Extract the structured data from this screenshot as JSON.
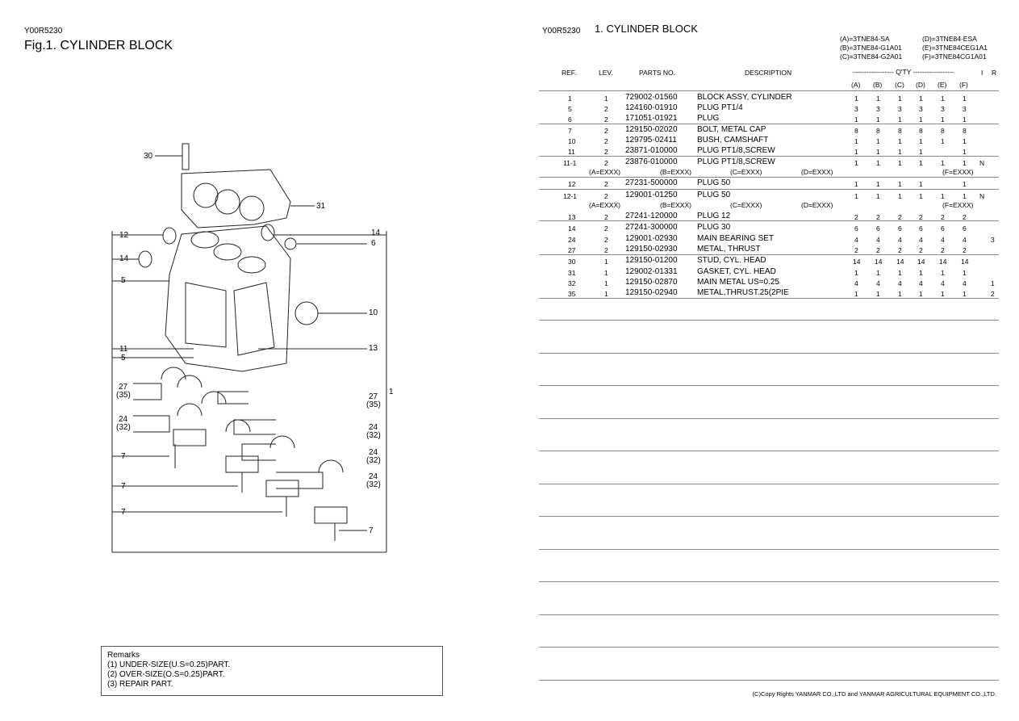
{
  "left": {
    "code": "Y00R5230",
    "title": "Fig.1.  CYLINDER BLOCK",
    "remarks": {
      "heading": "Remarks",
      "lines": [
        "(1) UNDER-SIZE(U.S=0.25)PART.",
        "(2) OVER-SIZE(O.S=0.25)PART.",
        "(3) REPAIR PART."
      ]
    },
    "callouts": [
      "30",
      "31",
      "12",
      "14",
      "6",
      "14",
      "5",
      "10",
      "11",
      "5",
      "13",
      "27",
      "(35)",
      "1",
      "24",
      "(32)",
      "27",
      "(35)",
      "24",
      "(32)",
      "24",
      "(32)",
      "24",
      "(32)",
      "7",
      "7",
      "7",
      "7"
    ]
  },
  "right": {
    "code": "Y00R5230",
    "title": "1.  CYLINDER BLOCK",
    "models": [
      "(A)=3TNE84-SA",
      "(B)=3TNE84-G1A01",
      "(C)=3TNE84-G2A01",
      "(D)=3TNE84-ESA",
      "(E)=3TNE84CEG1A1",
      "(F)=3TNE84CG1A01"
    ],
    "headers": {
      "ref": "REF.",
      "lev": "LEV.",
      "partno": "PARTS NO.",
      "desc": "DESCRIPTION",
      "qty": "------------------  Q'TY  ------------------",
      "i": "I",
      "r": "R"
    },
    "qty_cols": [
      "(A)",
      "(B)",
      "(C)",
      "(D)",
      "(E)",
      "(F)"
    ],
    "rows": [
      {
        "ref": "1",
        "lev": "1",
        "pn": "729002-01560",
        "desc": "BLOCK ASSY, CYLINDER",
        "q": [
          "1",
          "1",
          "1",
          "1",
          "1",
          "1"
        ],
        "i": "",
        "r": ""
      },
      {
        "ref": "5",
        "lev": "2",
        "pn": "124160-01910",
        "desc": "PLUG PT1/4",
        "q": [
          "3",
          "3",
          "3",
          "3",
          "3",
          "3"
        ],
        "i": "",
        "r": ""
      },
      {
        "ref": "6",
        "lev": "2",
        "pn": "171051-01921",
        "desc": "PLUG",
        "q": [
          "1",
          "1",
          "1",
          "1",
          "1",
          "1"
        ],
        "i": "",
        "r": ""
      },
      {
        "ref": "7",
        "lev": "2",
        "pn": "129150-02020",
        "desc": "BOLT, METAL CAP",
        "q": [
          "8",
          "8",
          "8",
          "8",
          "8",
          "8"
        ],
        "i": "",
        "r": ""
      },
      {
        "ref": "10",
        "lev": "2",
        "pn": "129795-02411",
        "desc": "BUSH, CAMSHAFT",
        "q": [
          "1",
          "1",
          "1",
          "1",
          "1",
          "1"
        ],
        "i": "",
        "r": ""
      },
      {
        "ref": "11",
        "lev": "2",
        "pn": "23871-010000",
        "desc": "PLUG PT1/8,SCREW",
        "q": [
          "1",
          "1",
          "1",
          "1",
          "",
          "1"
        ],
        "i": "",
        "r": ""
      },
      {
        "ref": "11-1",
        "lev": "2",
        "pn": "23876-010000",
        "desc": "PLUG PT1/8,SCREW",
        "q": [
          "1",
          "1",
          "1",
          "1",
          "1",
          "1"
        ],
        "i": "N",
        "r": ""
      },
      {
        "ref": "12",
        "lev": "2",
        "pn": "27231-500000",
        "desc": "PLUG 50",
        "q": [
          "1",
          "1",
          "1",
          "1",
          "",
          "1"
        ],
        "i": "",
        "r": ""
      },
      {
        "ref": "12-1",
        "lev": "2",
        "pn": "129001-01250",
        "desc": "PLUG 50",
        "q": [
          "1",
          "1",
          "1",
          "1",
          "1",
          "1"
        ],
        "i": "N",
        "r": ""
      },
      {
        "ref": "13",
        "lev": "2",
        "pn": "27241-120000",
        "desc": "PLUG 12",
        "q": [
          "2",
          "2",
          "2",
          "2",
          "2",
          "2"
        ],
        "i": "",
        "r": ""
      },
      {
        "ref": "14",
        "lev": "2",
        "pn": "27241-300000",
        "desc": "PLUG 30",
        "q": [
          "6",
          "6",
          "6",
          "6",
          "6",
          "6"
        ],
        "i": "",
        "r": ""
      },
      {
        "ref": "24",
        "lev": "2",
        "pn": "129001-02930",
        "desc": "MAIN BEARING SET",
        "q": [
          "4",
          "4",
          "4",
          "4",
          "4",
          "4"
        ],
        "i": "",
        "r": "3"
      },
      {
        "ref": "27",
        "lev": "2",
        "pn": "129150-02930",
        "desc": "METAL, THRUST",
        "q": [
          "2",
          "2",
          "2",
          "2",
          "2",
          "2"
        ],
        "i": "",
        "r": ""
      },
      {
        "ref": "30",
        "lev": "1",
        "pn": "129150-01200",
        "desc": "STUD, CYL. HEAD",
        "q": [
          "14",
          "14",
          "14",
          "14",
          "14",
          "14"
        ],
        "i": "",
        "r": ""
      },
      {
        "ref": "31",
        "lev": "1",
        "pn": "129002-01331",
        "desc": "GASKET, CYL. HEAD",
        "q": [
          "1",
          "1",
          "1",
          "1",
          "1",
          "1"
        ],
        "i": "",
        "r": ""
      },
      {
        "ref": "32",
        "lev": "1",
        "pn": "129150-02870",
        "desc": "MAIN METAL US=0.25",
        "q": [
          "4",
          "4",
          "4",
          "4",
          "4",
          "4"
        ],
        "i": "",
        "r": "1"
      },
      {
        "ref": "35",
        "lev": "1",
        "pn": "129150-02940",
        "desc": "METAL,THRUST.25(2PIE",
        "q": [
          "1",
          "1",
          "1",
          "1",
          "1",
          "1"
        ],
        "i": "",
        "r": "2"
      }
    ],
    "serial_notes": {
      "a": "(A=EXXX)",
      "b": "(B=EXXX)",
      "c": "(C=EXXX)",
      "d": "(D=EXXX)",
      "f": "(F=EXXX)"
    },
    "footer": "(C)Copy Rights  YANMAR CO.,LTD and YANMAR AGRICULTURAL EQUIPMENT CO.,LTD."
  }
}
